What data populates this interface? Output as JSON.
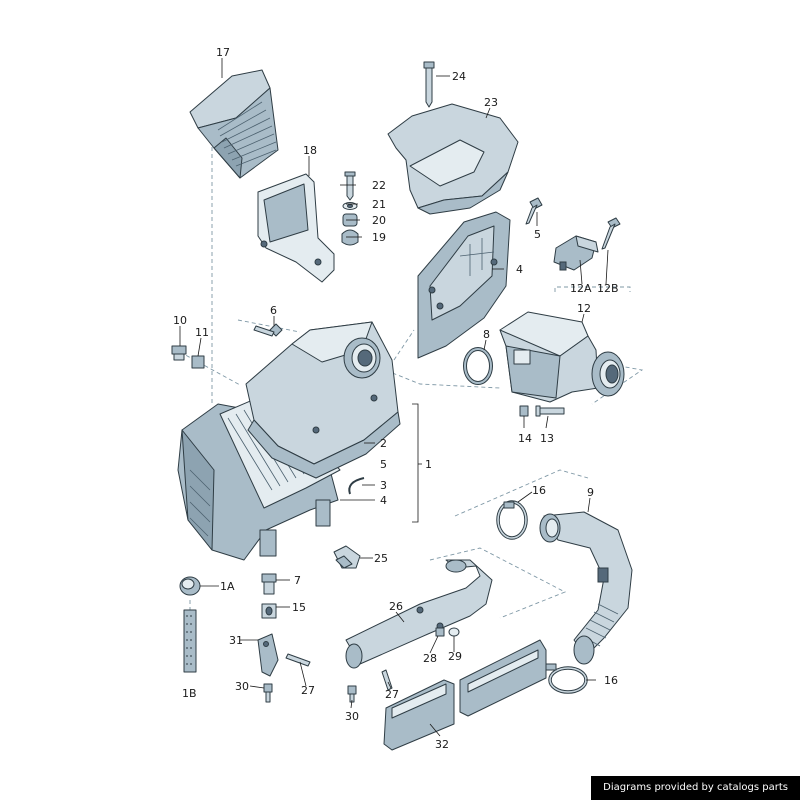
{
  "diagram": {
    "part_labels": [
      "17",
      "18",
      "22",
      "21",
      "20",
      "19",
      "24",
      "23",
      "5",
      "4",
      "12A",
      "12B",
      "12",
      "10",
      "11",
      "6",
      "8",
      "2",
      "5",
      "1",
      "3",
      "4",
      "14",
      "13",
      "16",
      "9",
      "7",
      "1A",
      "25",
      "15",
      "26",
      "28",
      "29",
      "16",
      "31",
      "27",
      "30",
      "1B",
      "27",
      "30",
      "32"
    ]
  },
  "watermark": "Diagrams provided by catalogs parts"
}
